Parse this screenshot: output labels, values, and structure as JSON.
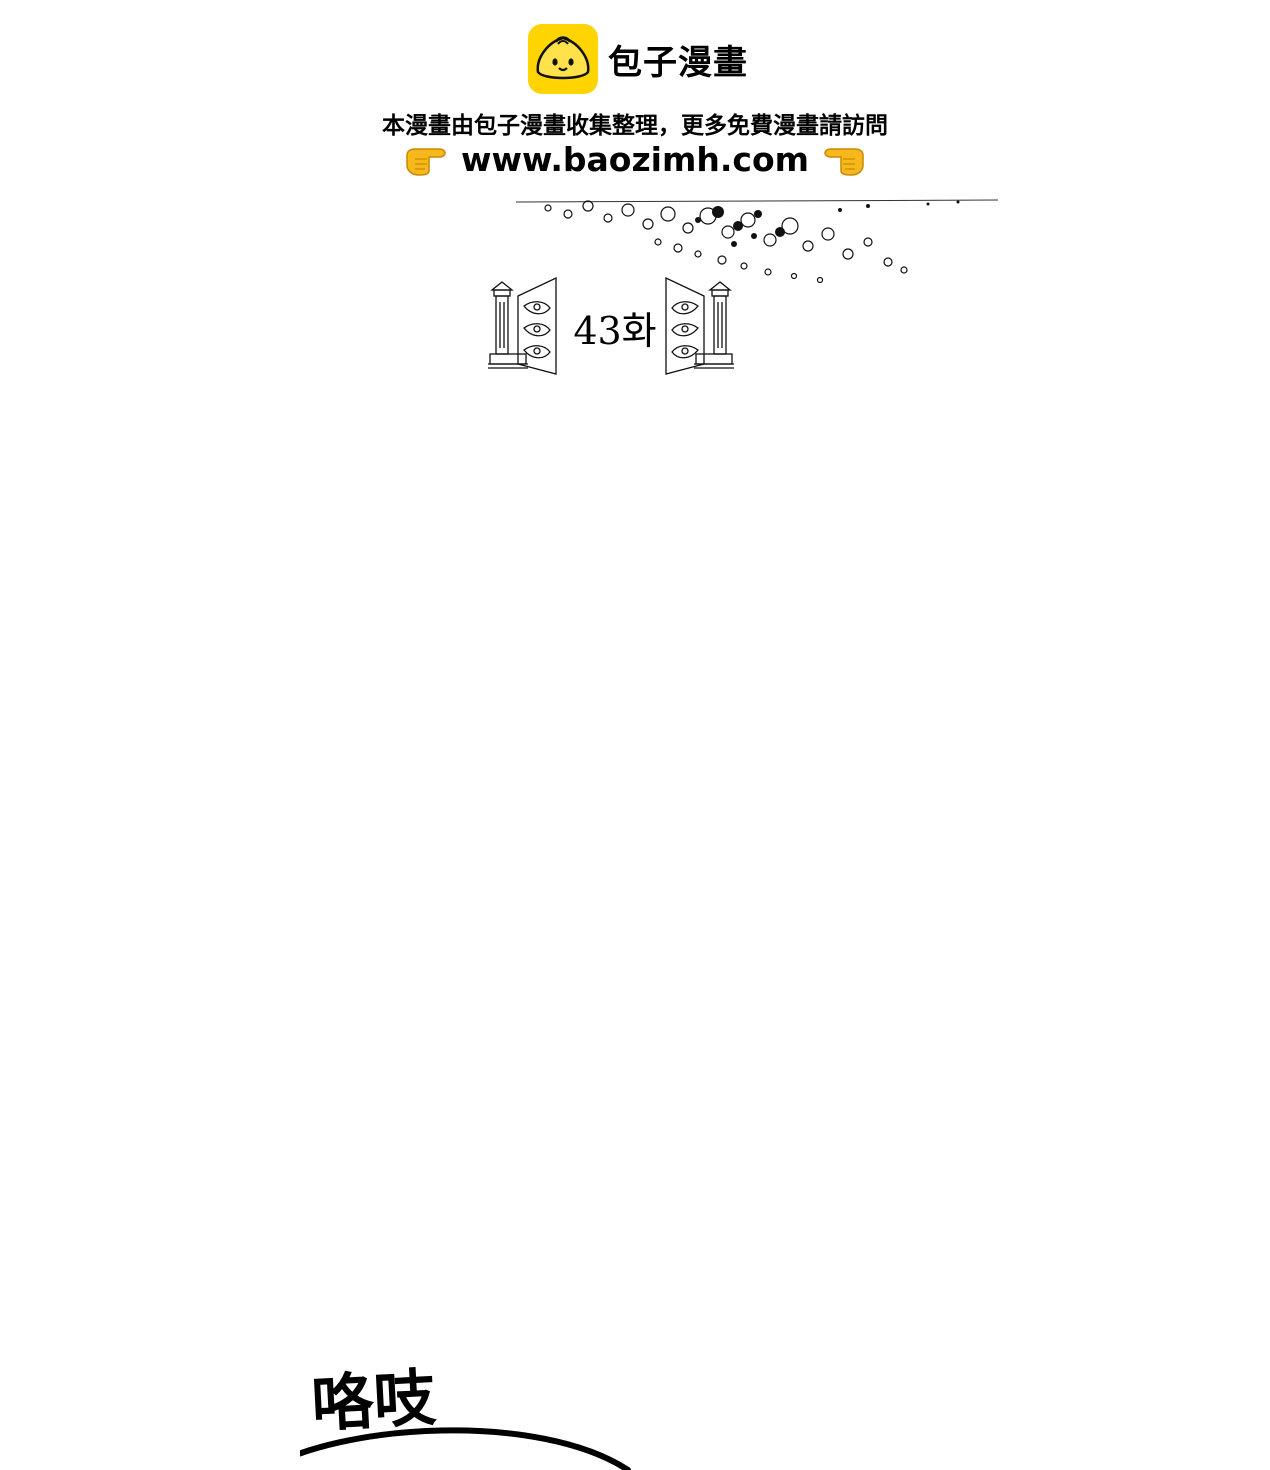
{
  "header": {
    "brand_name": "包子漫畫",
    "notice": "本漫畫由包子漫畫收集整理，更多免費漫畫請訪問",
    "url": "www.baozimh.com",
    "brand_color": "#FFD400",
    "pointer_icon": "pointing-hand-icon"
  },
  "chapter": {
    "title": "43화"
  },
  "panel": {
    "sound_effect": "咯吱"
  }
}
